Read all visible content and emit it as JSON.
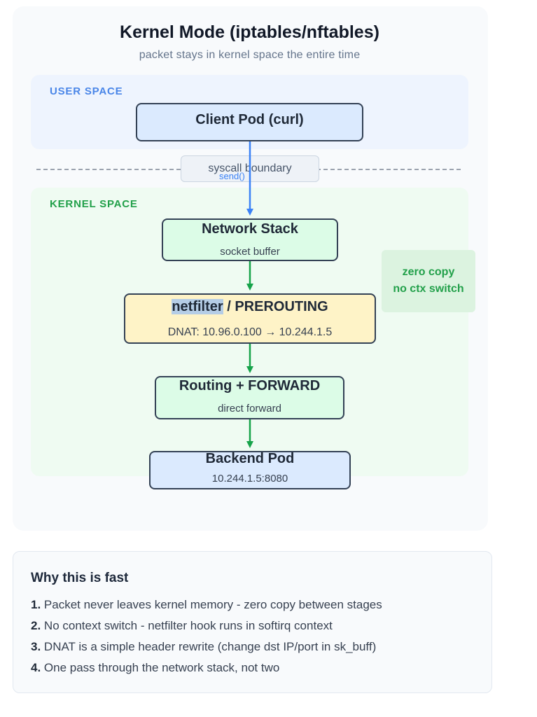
{
  "header": {
    "title": "Kernel Mode (iptables/nftables)",
    "subtitle": "packet stays in kernel space the entire time"
  },
  "zones": {
    "user_label": "USER SPACE",
    "kernel_label": "KERNEL SPACE"
  },
  "boundary": {
    "label": "syscall boundary",
    "arrow_label": "send()"
  },
  "nodes": {
    "client": {
      "title": "Client Pod (curl)"
    },
    "stack": {
      "title": "Network Stack",
      "sub": "socket buffer"
    },
    "netfilter": {
      "title_highlight": "netfilter",
      "title_rest": " / PREROUTING",
      "sub": "DNAT: 10.96.0.100 → 10.244.1.5"
    },
    "routing": {
      "title": "Routing + FORWARD",
      "sub": "direct forward"
    },
    "backend": {
      "title": "Backend Pod",
      "sub": "10.244.1.5:8080"
    }
  },
  "note": {
    "line1": "zero copy",
    "line2": "no ctx switch"
  },
  "info": {
    "title": "Why this is fast",
    "items": [
      {
        "num": "1.",
        "text": " Packet never leaves kernel memory - zero copy between stages"
      },
      {
        "num": "2.",
        "text": " No context switch - netfilter hook runs in softirq context"
      },
      {
        "num": "3.",
        "text": " DNAT is a simple header rewrite (change dst IP/port in sk_buff)"
      },
      {
        "num": "4.",
        "text": " One pass through the network stack, not two"
      }
    ]
  },
  "colors": {
    "user_accent": "#4a86e8",
    "kernel_accent": "#22a04a",
    "send_arrow": "#3b82f6",
    "kernel_arrow": "#16a34a",
    "user_node": "#dbeafe",
    "kernel_node": "#dcfce7",
    "netfilter_node": "#fef3c7"
  }
}
